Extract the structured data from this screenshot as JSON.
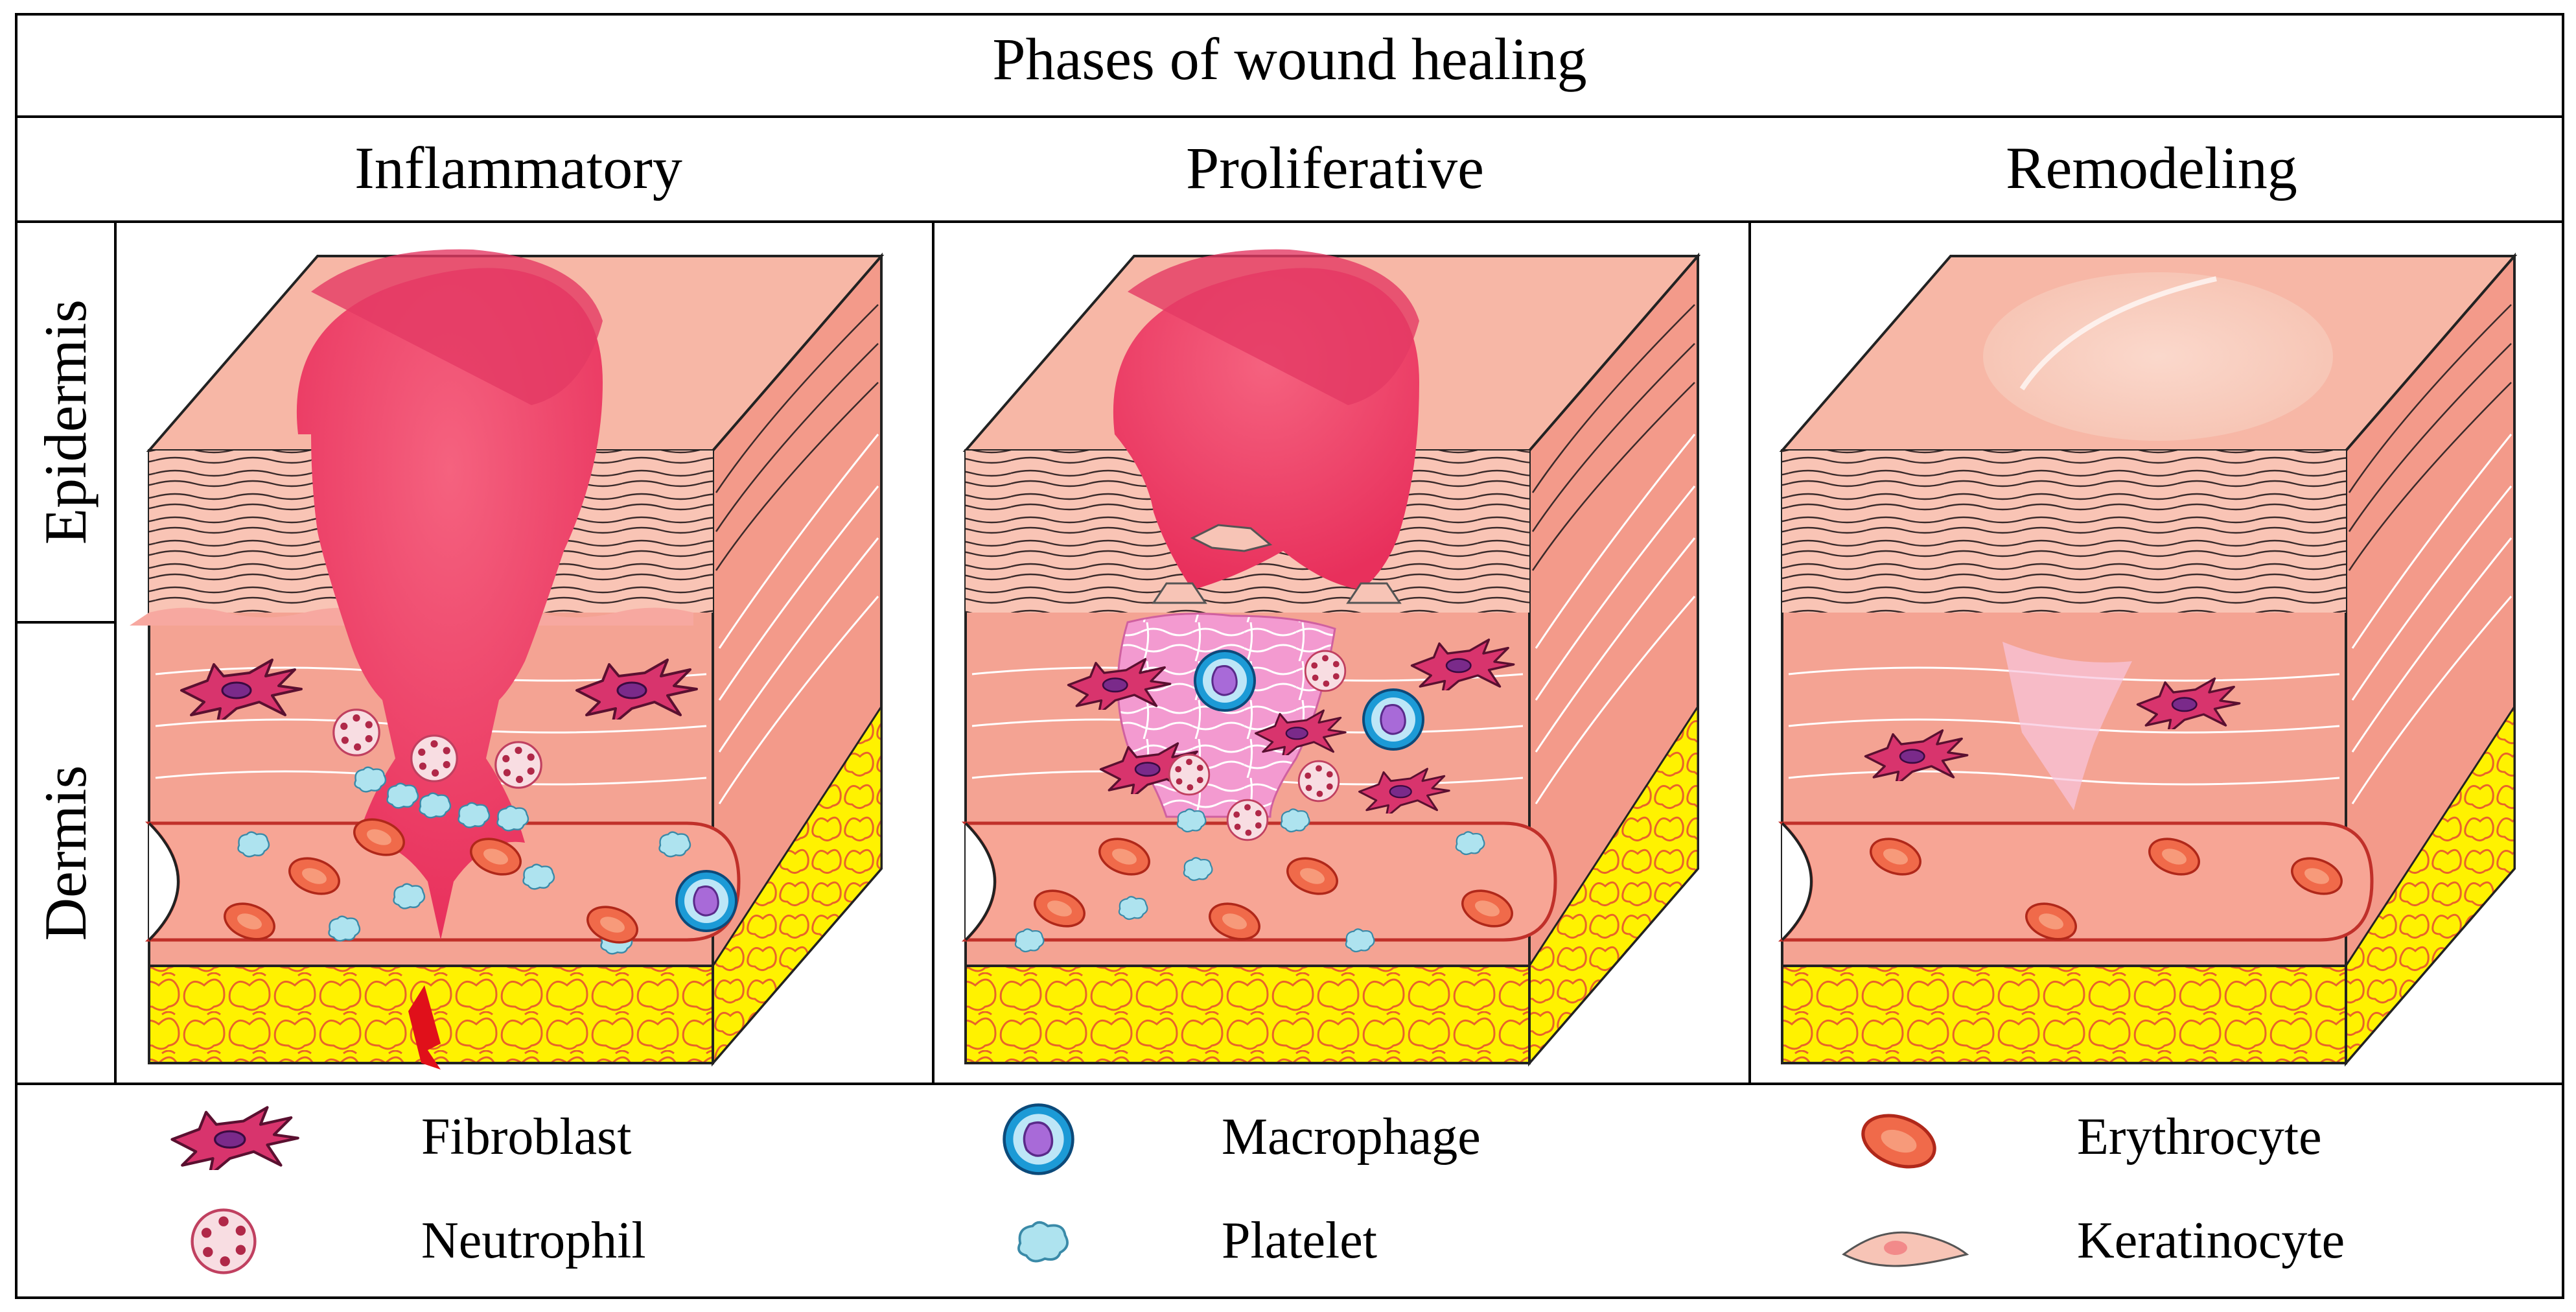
{
  "title": "Phases of wound healing",
  "phases": [
    {
      "label": "Inflammatory"
    },
    {
      "label": "Proliferative"
    },
    {
      "label": "Remodeling"
    }
  ],
  "layers": {
    "epidermis": "Epidermis",
    "dermis": "Dermis"
  },
  "legend": [
    {
      "label": "Fibroblast",
      "icon": "fibroblast-icon"
    },
    {
      "label": "Neutrophil",
      "icon": "neutrophil-icon"
    },
    {
      "label": "Macrophage",
      "icon": "macrophage-icon"
    },
    {
      "label": "Platelet",
      "icon": "platelet-icon"
    },
    {
      "label": "Erythrocyte",
      "icon": "erythrocyte-icon"
    },
    {
      "label": "Keratinocyte",
      "icon": "keratinocyte-icon"
    }
  ],
  "colors": {
    "skin": "#f4b4a4",
    "skin_light": "#f9d1c4",
    "wound": "#ee3e6b",
    "wound_dark": "#c8254f",
    "fat": "#fff200",
    "fat_edge": "#e8502a",
    "vessel": "#f7a595",
    "erythrocyte": "#f06a4a",
    "platelet": "#aee3ef",
    "fibroblast": "#d8346d",
    "macrophage": "#1c9ad6",
    "neutrophil": "#f5cfd6"
  }
}
